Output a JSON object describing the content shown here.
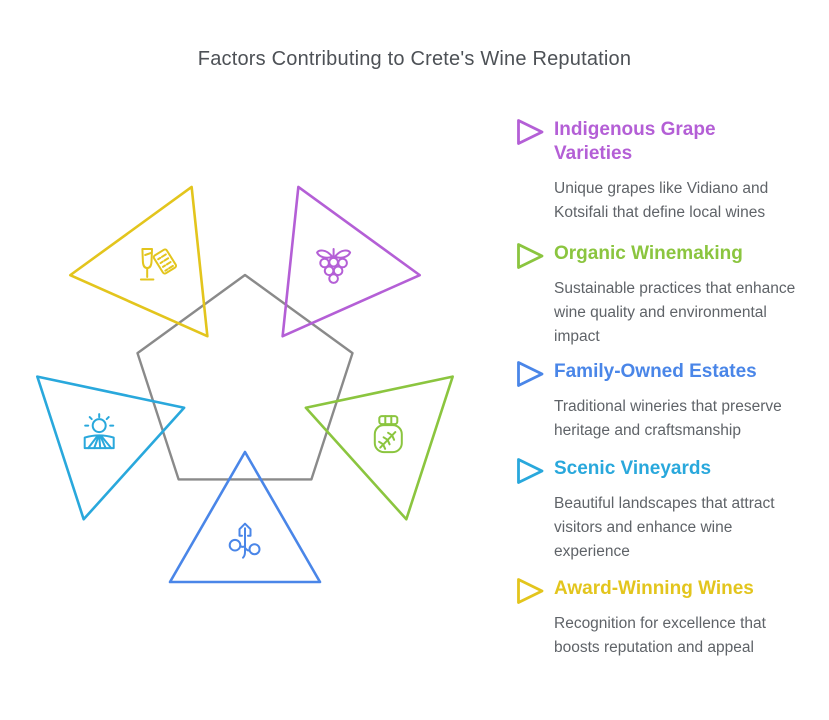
{
  "title": "Factors Contributing to Crete's Wine Reputation",
  "text_colors": {
    "title": "#4d5156",
    "description": "#5f6368"
  },
  "items": [
    {
      "label": "Indigenous Grape Varieties",
      "description": "Unique grapes like Vidiano and Kotsifali that define local wines",
      "color": "#b45fd6",
      "icon": "grapes-icon"
    },
    {
      "label": "Organic Winemaking",
      "description": "Sustainable practices that enhance wine quality and environmental impact",
      "color": "#8bc53f",
      "icon": "herb-jar-icon"
    },
    {
      "label": "Family-Owned Estates",
      "description": "Traditional wineries that preserve heritage and craftsmanship",
      "color": "#4a86e8",
      "icon": "estate-vine-icon"
    },
    {
      "label": "Scenic Vineyards",
      "description": "Beautiful landscapes that attract visitors and enhance wine experience",
      "color": "#29a8dc",
      "icon": "vineyard-sun-icon"
    },
    {
      "label": "Award-Winning Wines",
      "description": "Recognition for excellence that boosts reputation and appeal",
      "color": "#e3c51d",
      "icon": "wine-glass-award-icon"
    }
  ],
  "diagram": {
    "pentagon_color": "#8a8a8a",
    "triangles": [
      {
        "name": "award-winning-wines",
        "position": "top-left",
        "color": "#e3c51d",
        "icon": "wine-glass-award-icon"
      },
      {
        "name": "indigenous-grape-varieties",
        "position": "top-right",
        "color": "#b45fd6",
        "icon": "grapes-icon"
      },
      {
        "name": "scenic-vineyards",
        "position": "left",
        "color": "#29a8dc",
        "icon": "vineyard-sun-icon"
      },
      {
        "name": "organic-winemaking",
        "position": "right",
        "color": "#8bc53f",
        "icon": "herb-jar-icon"
      },
      {
        "name": "family-owned-estates",
        "position": "bottom",
        "color": "#4a86e8",
        "icon": "estate-vine-icon"
      }
    ]
  }
}
